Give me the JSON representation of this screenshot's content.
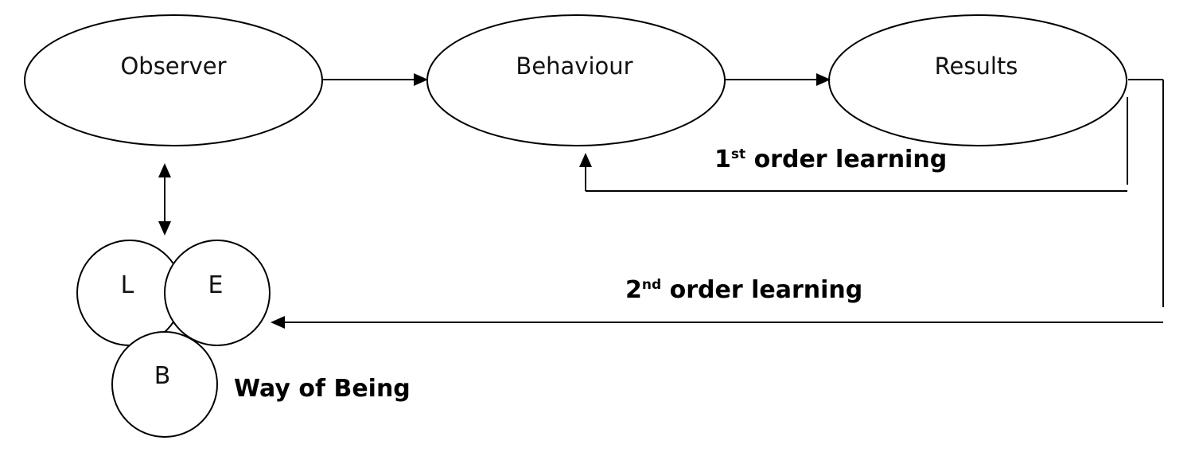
{
  "nodes": {
    "observer": "Observer",
    "behaviour": "Behaviour",
    "results": "Results"
  },
  "circles": {
    "l": "L",
    "e": "E",
    "b": "B"
  },
  "labels": {
    "first_order_prefix": "1",
    "first_order_sup": "st",
    "first_order_rest": " order learning",
    "second_order_prefix": "2",
    "second_order_sup": "nd",
    "second_order_rest": " order learning",
    "way_of_being": "Way of Being"
  }
}
